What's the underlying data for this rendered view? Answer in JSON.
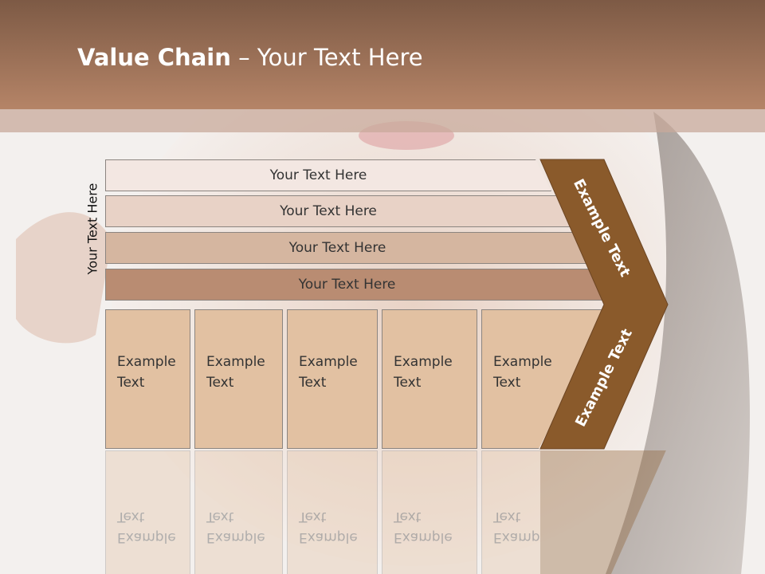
{
  "title": {
    "bold": "Value Chain",
    "rest": " – Your Text Here"
  },
  "side_label": "Your Text Here",
  "bars": [
    {
      "label": "Your Text Here",
      "color": "#f3e7e2"
    },
    {
      "label": "Your Text Here",
      "color": "#e8d2c6"
    },
    {
      "label": "Your Text Here",
      "color": "#d5b6a0"
    },
    {
      "label": "Your Text Here",
      "color": "#b98c72"
    }
  ],
  "boxes": [
    {
      "line1": "Example",
      "line2": "Text"
    },
    {
      "line1": "Example",
      "line2": "Text"
    },
    {
      "line1": "Example",
      "line2": "Text"
    },
    {
      "line1": "Example",
      "line2": "Text"
    },
    {
      "line1": "Example",
      "line2": "Text"
    }
  ],
  "arrow_top_label": "Example Text",
  "arrow_bottom_label": "Example Text",
  "colors": {
    "header": "#9b6f55",
    "arrow": "#8a5a2b",
    "box": "#e2c1a2"
  }
}
